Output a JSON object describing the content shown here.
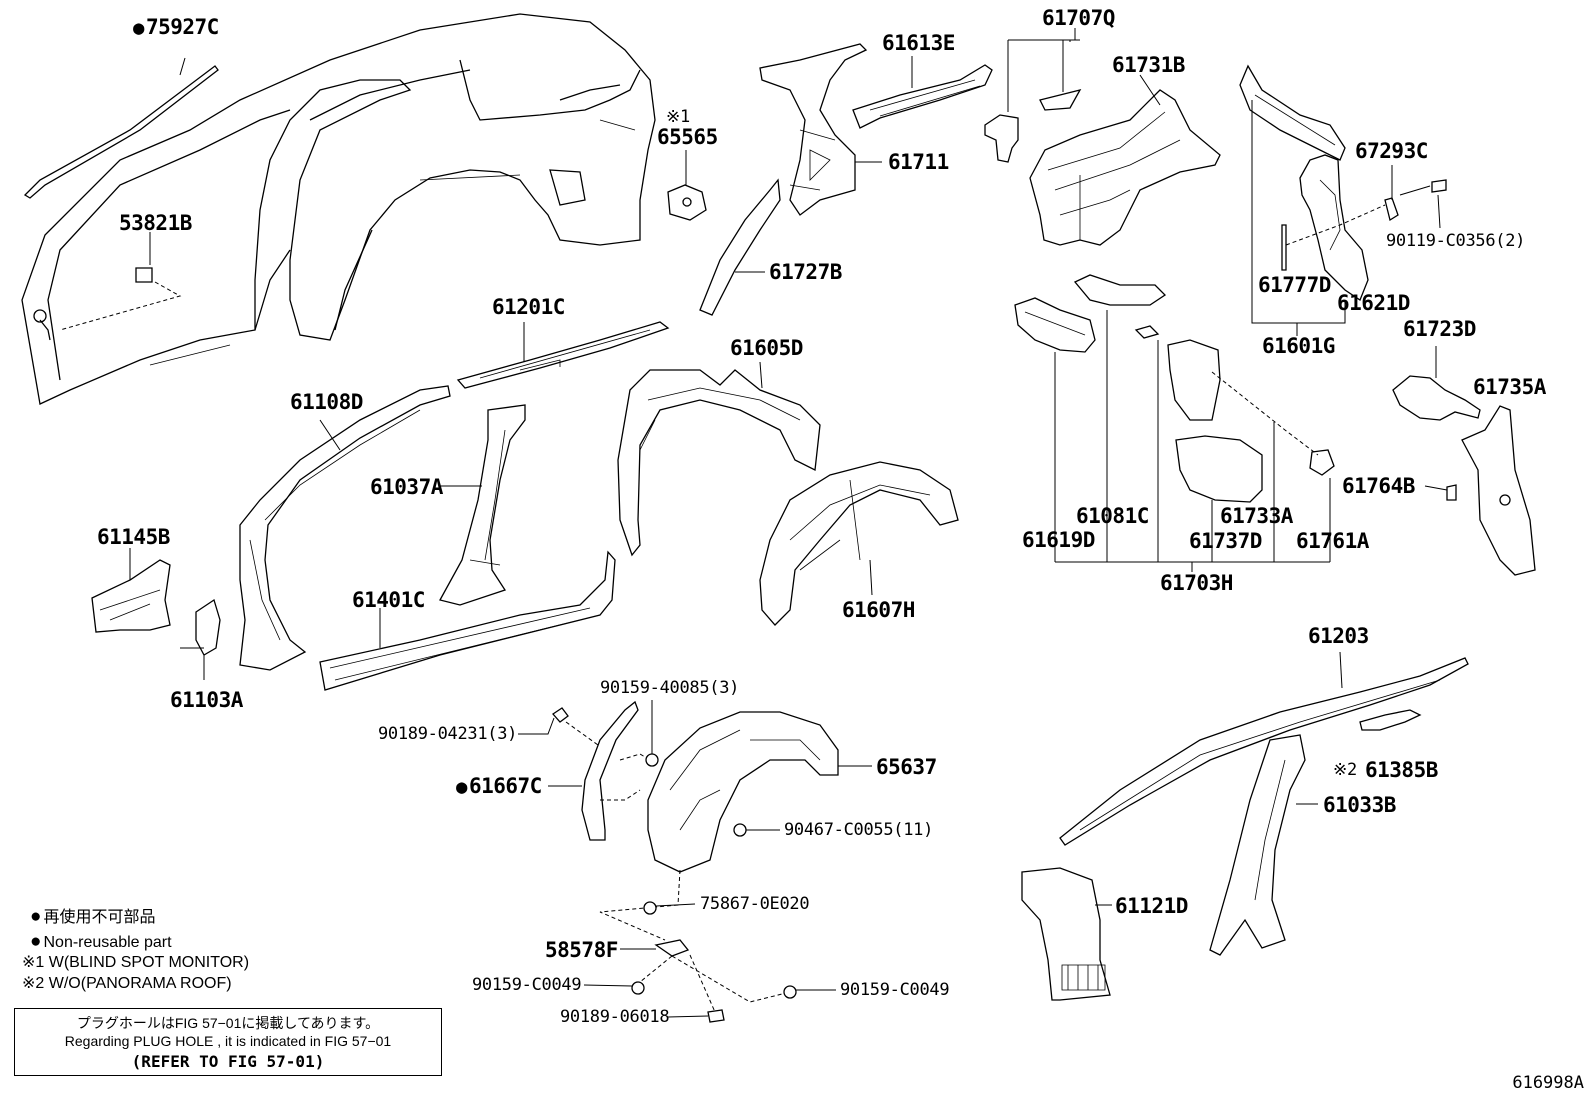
{
  "labels": {
    "p75927c": "75927C",
    "p53821b": "53821B",
    "p65565": "65565",
    "p65565_mark": "※1",
    "p61613e": "61613E",
    "p61711": "61711",
    "p61727b": "61727B",
    "p61707q": "61707Q",
    "p61731b": "61731B",
    "p67293c": "67293C",
    "p90119": "90119-C0356(2)",
    "p61777d": "61777D",
    "p61621d": "61621D",
    "p61601g": "61601G",
    "p61201c": "61201C",
    "p61605d": "61605D",
    "p61108d": "61108D",
    "p61037a": "61037A",
    "p61145b": "61145B",
    "p61401c": "61401C",
    "p61103a": "61103A",
    "p61607h": "61607H",
    "p61619d": "61619D",
    "p61081c": "61081C",
    "p61733a": "61733A",
    "p61737d": "61737D",
    "p61761a": "61761A",
    "p61703h": "61703H",
    "p61723d": "61723D",
    "p61735a": "61735A",
    "p61764b": "61764B",
    "p61203": "61203",
    "p61385b": "61385B",
    "p61385b_mark": "※2",
    "p61033b": "61033B",
    "p61121d": "61121D",
    "p90159_40085": "90159-40085(3)",
    "p90189_04231": "90189-04231(3)",
    "p61667c": "61667C",
    "p65637": "65637",
    "p90467": "90467-C0055(11)",
    "p75867": "75867-0E020",
    "p58578f": "58578F",
    "p90159_c0049a": "90159-C0049",
    "p90159_c0049b": "90159-C0049",
    "p90189_06018": "90189-06018"
  },
  "legend": {
    "jp_nonreusable": "再使用不可部品",
    "en_nonreusable": "Non-reusable part",
    "note1": "※1 W(BLIND SPOT MONITOR)",
    "note2": "※2 W/O(PANORAMA ROOF)"
  },
  "notebox": {
    "jp": "プラグホールはFIG 57−01に掲載してあります。",
    "en": "Regarding PLUG HOLE , it is indicated in FIG 57−01",
    "refer": "(REFER TO FIG 57-01)"
  },
  "figure_id": "616998A"
}
